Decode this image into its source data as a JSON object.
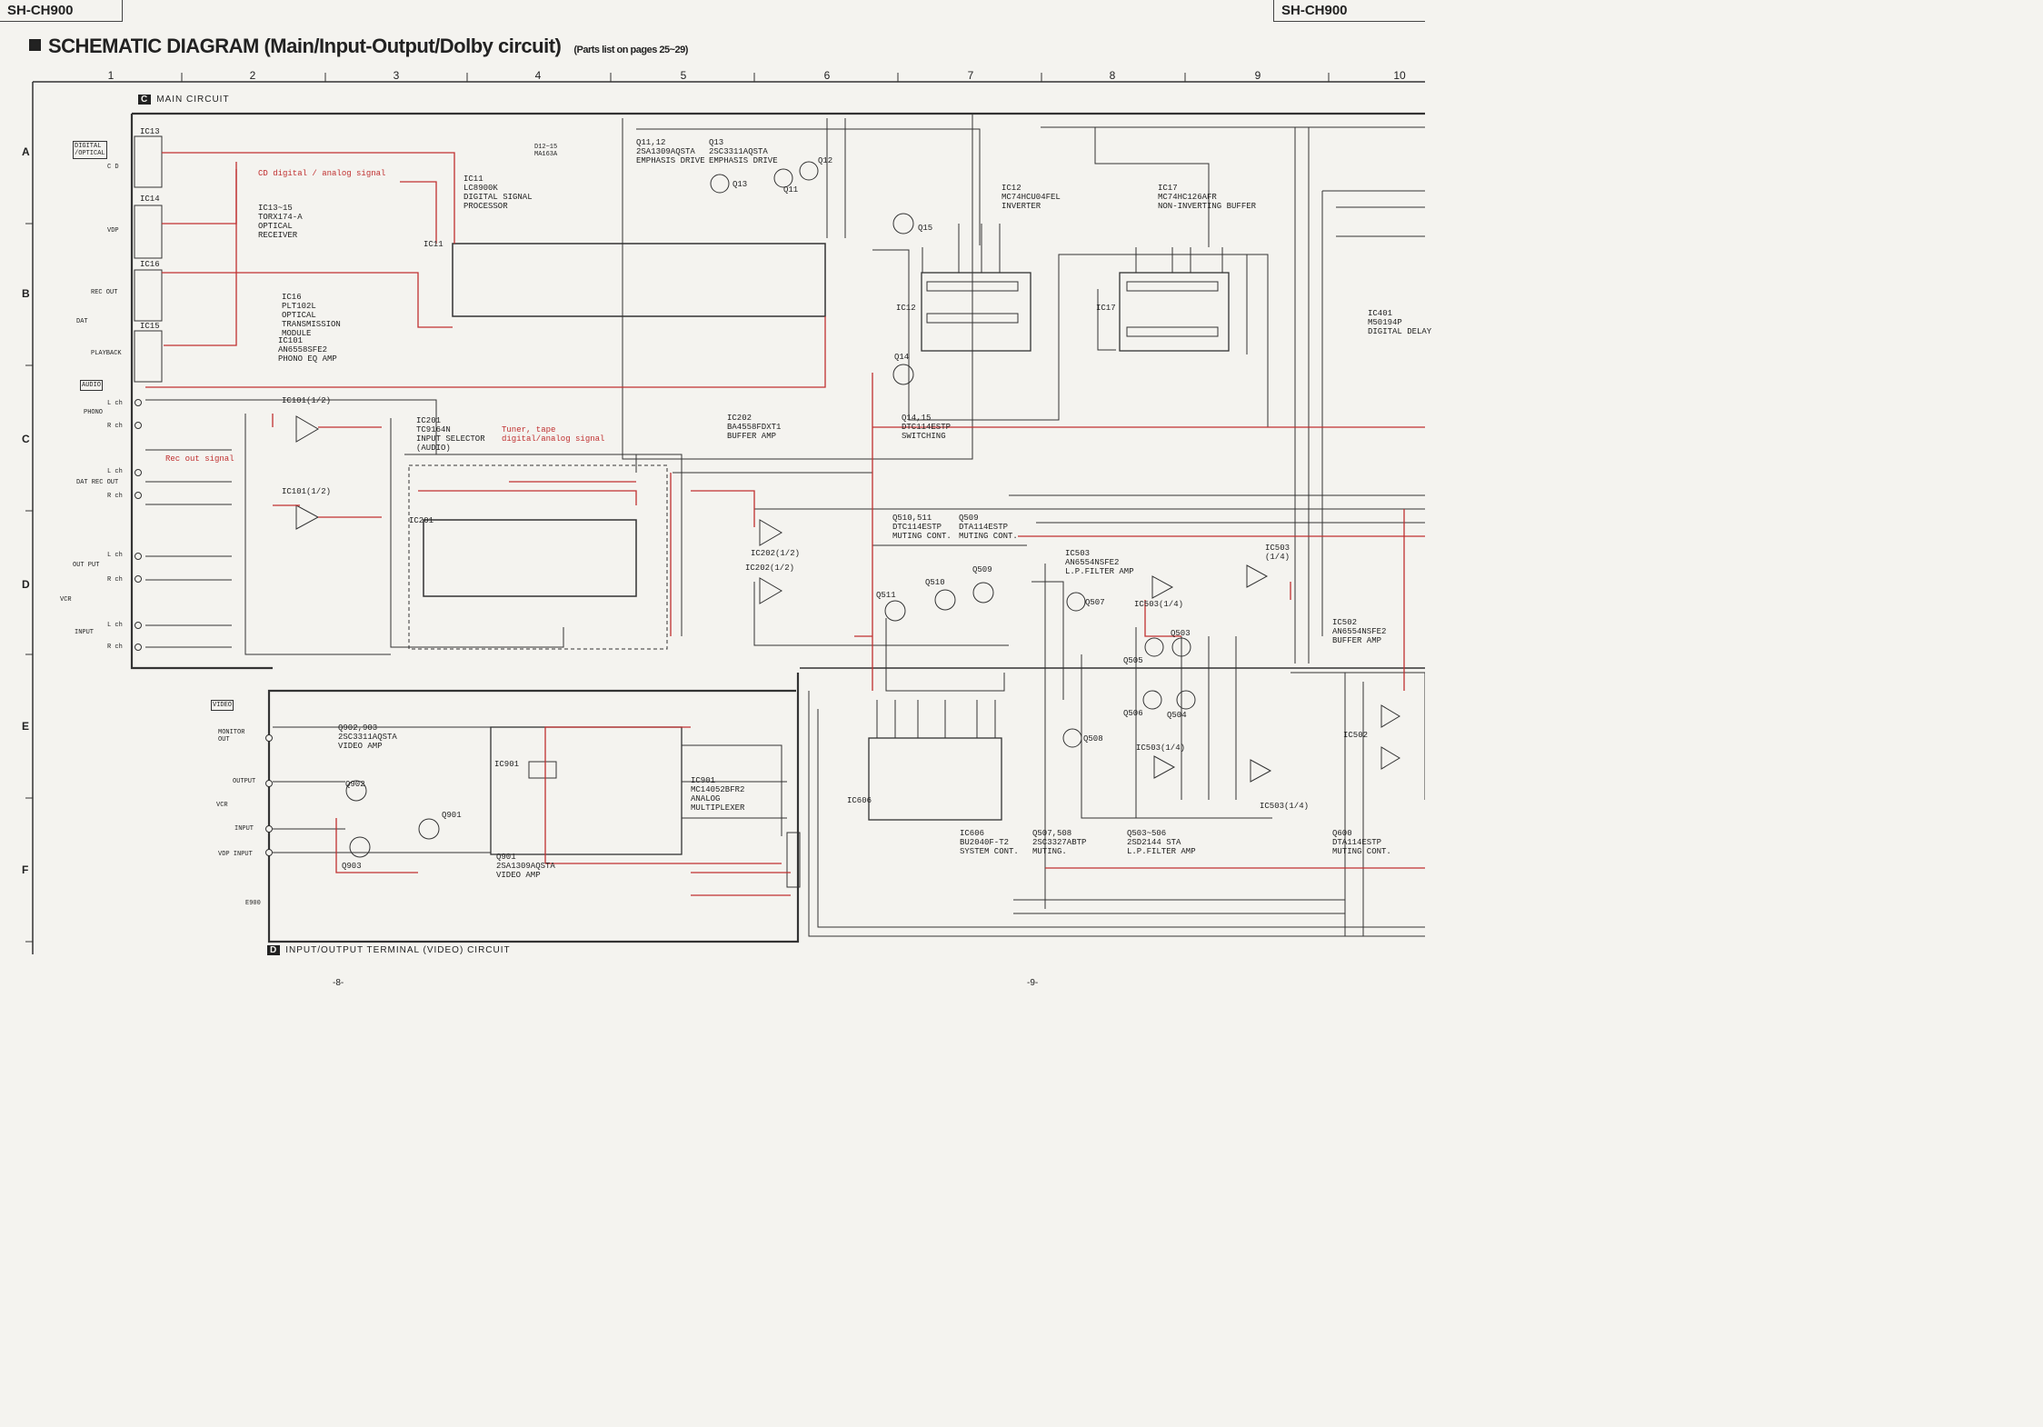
{
  "header": {
    "model_left": "SH-CH900",
    "model_right": "SH-CH900"
  },
  "title": {
    "main": "SCHEMATIC DIAGRAM (Main/Input-Output/Dolby circuit)",
    "parts": "(Parts list on pages 25~29)"
  },
  "grid": {
    "columns": [
      "1",
      "2",
      "3",
      "4",
      "5",
      "6",
      "7",
      "8",
      "9",
      "10"
    ],
    "rows": [
      "A",
      "B",
      "C",
      "D",
      "E",
      "F"
    ]
  },
  "sections": {
    "main": {
      "letter": "C",
      "label": "MAIN CIRCUIT"
    },
    "io": {
      "letter": "D",
      "label": "INPUT/OUTPUT TERMINAL (VIDEO) CIRCUIT"
    }
  },
  "left_terminals": {
    "digital": "DIGITAL\n/OPTICAL",
    "cd": "C D",
    "vdp": "VDP",
    "rec_out": "REC OUT",
    "dat": "DAT",
    "playback": "PLAYBACK",
    "audio": "AUDIO",
    "phono": "PHONO",
    "lch": "L ch",
    "rch": "R ch",
    "dat_rec_out": "DAT REC OUT",
    "output": "OUT PUT",
    "vcr": "VCR",
    "input": "INPUT",
    "video": "VIDEO",
    "monitor_out": "MONITOR\nOUT",
    "vid_output": "OUTPUT",
    "vid_vcr": "VCR",
    "vid_input": "INPUT",
    "vdp_input": "VDP INPUT",
    "e900": "E900"
  },
  "ic_labels": {
    "ic13": "IC13",
    "ic14": "IC14",
    "ic16": "IC16",
    "ic15": "IC15",
    "ic11": "IC11",
    "ic12": "IC12",
    "ic17": "IC17",
    "ic201": "IC201",
    "ic606": "IC606",
    "ic901": "IC901",
    "ic502": "IC502",
    "ic11_desc": "IC11\nLC8900K\nDIGITAL SIGNAL\nPROCESSOR",
    "ic13_15_desc": "IC13~15\nTORX174-A\nOPTICAL\nRECEIVER",
    "ic16_desc": "IC16\nPLT102L\nOPTICAL\nTRANSMISSION\nMODULE",
    "ic101_desc": "IC101\nAN6558SFE2\nPHONO EQ AMP",
    "ic12_desc": "IC12\nMC74HCU04FEL\nINVERTER",
    "ic17_desc": "IC17\nMC74HC126AFR\nNON-INVERTING BUFFER",
    "ic401_desc": "IC401\nM50194P\nDIGITAL DELAY",
    "ic201_desc": "IC201\nTC9164N\nINPUT SELECTOR\n(AUDIO)",
    "ic202_desc": "IC202\nBA4558FDXT1\nBUFFER AMP",
    "q14_15_desc": "Q14,15\nDTC114ESTP\nSWITCHING",
    "q510_desc": "Q510,511\nDTC114ESTP\nMUTING CONT.",
    "q509_desc": "Q509\nDTA114ESTP\nMUTING CONT.",
    "ic503_desc": "IC503\nAN6554NSFE2\nL.P.FILTER AMP",
    "ic502_desc": "IC502\nAN6554NSFE2\nBUFFER AMP",
    "q902_desc": "Q902,903\n2SC3311AQSTA\nVIDEO AMP",
    "ic901_desc": "IC901\nMC14052BFR2\nANALOG\nMULTIPLEXER",
    "q901_desc": "Q901\n2SA1309AQSTA\nVIDEO AMP",
    "ic606_desc": "IC606\nBU2040F-T2\nSYSTEM CONT.",
    "q507_desc": "Q507,508\n2SC3327ABTP\nMUTING.",
    "q503_desc": "Q503~506\n2SD2144 STA\nL.P.FILTER AMP",
    "q600_desc": "Q600\nDTA114ESTP\nMUTING CONT.",
    "q11_12_desc": "Q11,12\n2SA1309AQSTA\nEMPHASIS DRIVE",
    "q13_desc": "Q13\n2SC3311AQSTA\nEMPHASIS DRIVE",
    "d12_desc": "D12~15\nMA163A",
    "ic101a": "IC101(1/2)",
    "ic101b": "IC101(1/2)",
    "ic202a": "IC202(1/2)",
    "ic202b": "IC202(1/2)",
    "ic503a": "IC503\n(1/4)",
    "ic503b": "IC503(1/4)",
    "ic503c": "IC503(1/4)",
    "ic503d": "IC503(1/4)"
  },
  "signals": {
    "cd_digital": "CD digital / analog signal",
    "rec_out_signal": "Rec out signal",
    "tuner_tape": "Tuner, tape\ndigital/analog signal"
  },
  "transistors": [
    "Q11",
    "Q12",
    "Q13",
    "Q14",
    "Q15",
    "Q509",
    "Q510",
    "Q511",
    "Q507",
    "Q508",
    "Q503",
    "Q504",
    "Q505",
    "Q506",
    "Q901",
    "Q902",
    "Q903"
  ],
  "page_numbers": {
    "left": "-8-",
    "right": "-9-"
  },
  "colors": {
    "signal_red": "#c03030",
    "line": "#333333",
    "paper": "#f4f3ef"
  }
}
